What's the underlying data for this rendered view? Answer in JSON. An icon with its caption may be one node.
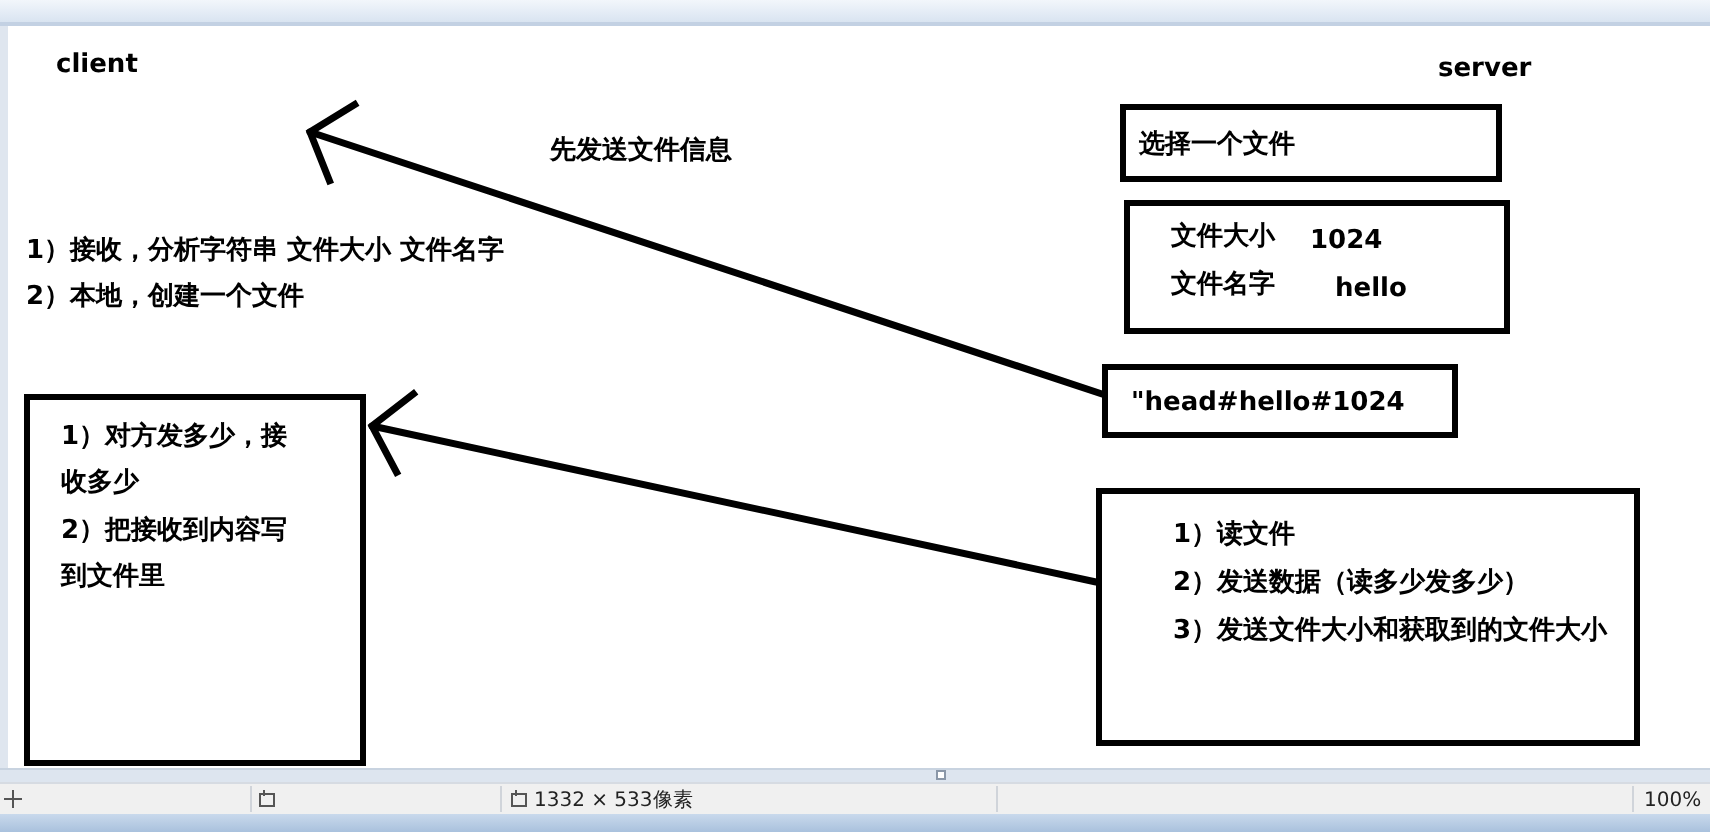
{
  "diagram": {
    "nodes": [
      {
        "text": [
          "选择一个文件"
        ]
      },
      {
        "text": [
          "文件大小",
          "1024",
          "文件名字",
          "hello"
        ]
      },
      {
        "text": [
          "\"head#hello#1024"
        ]
      },
      {
        "text": [
          "1）对方发多少，接收多少",
          "2）把接收到内容写到文件里"
        ]
      },
      {
        "text": [
          "1）读文件",
          "2）发送数据（读多少发多少）",
          "3）发送文件大小和获取到的文件大小"
        ]
      }
    ],
    "edges": [
      {
        "from": 2,
        "to": null,
        "arrow": "to",
        "label": "先发送文件信息"
      },
      {
        "from": 4,
        "to": 3,
        "arrow": "to"
      }
    ],
    "labels": [
      "client",
      "server",
      "1）接收，分析字符串 文件大小 文件名字",
      "2）本地，创建一个文件",
      "1332 × 533像素",
      "100%"
    ]
  }
}
